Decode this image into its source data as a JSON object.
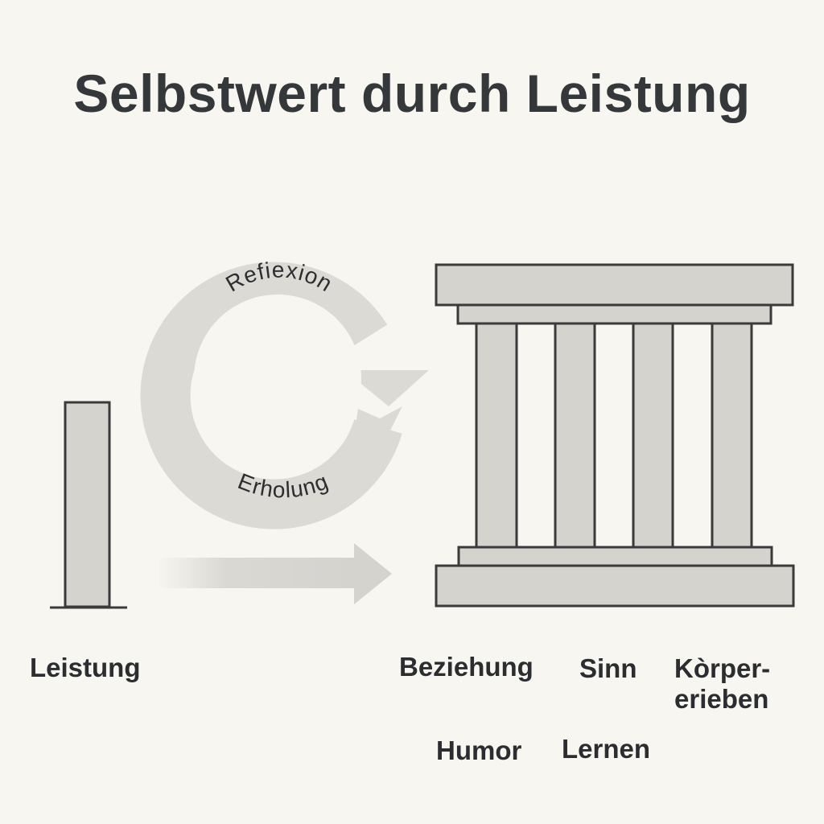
{
  "title": "Selbstwert durch Leistung",
  "colors": {
    "background": "#f8f6f1",
    "fill_gray": "#d4d3ce",
    "stroke": "#3a3a3a",
    "text": "#2b2d30"
  },
  "cycle": {
    "top_label": "Refiexion",
    "bottom_label": "Erholung"
  },
  "left_pillar": {
    "label": "Leistung"
  },
  "temple": {
    "column_count": 4,
    "labels": {
      "beziehung": "Beziehung",
      "sinn": "Sinn",
      "koerper_line1": "Kòrper-",
      "koerper_line2": "erieben",
      "humor": "Humor",
      "lernen": "Lernen"
    }
  },
  "arrow": {
    "direction": "right"
  }
}
